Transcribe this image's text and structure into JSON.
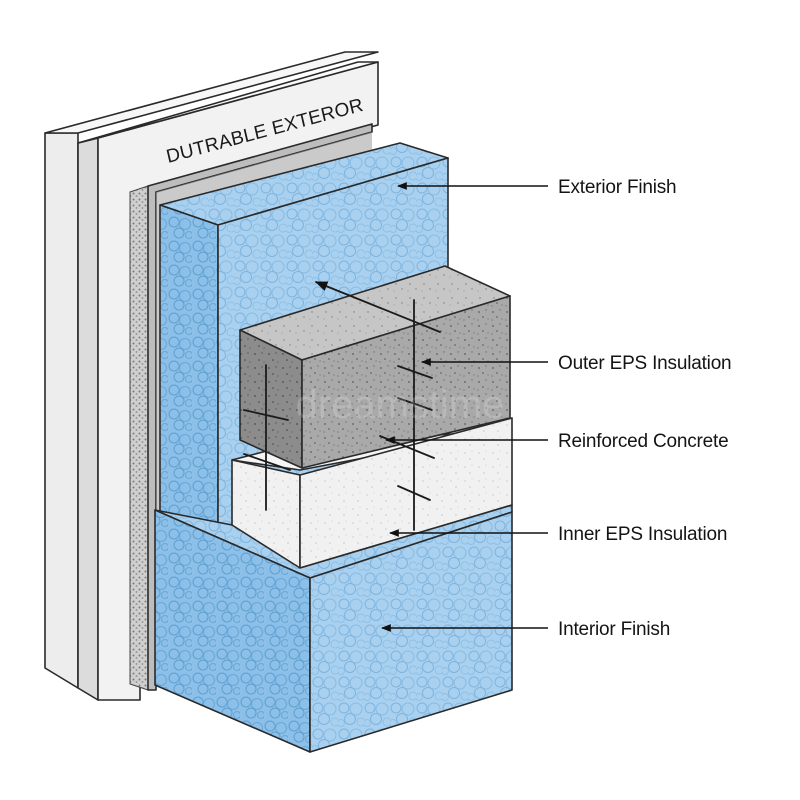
{
  "panel": {
    "label": "DUTRABLE EXTEROR"
  },
  "callouts": [
    {
      "id": "exterior-finish",
      "label": "Exterior Finish"
    },
    {
      "id": "outer-eps-insulation",
      "label": "Outer EPS Insulation"
    },
    {
      "id": "reinforced-concrete",
      "label": "Reinforced Concrete"
    },
    {
      "id": "inner-eps-insulation",
      "label": "Inner EPS Insulation"
    },
    {
      "id": "interior-finish",
      "label": "Interior Finish"
    }
  ],
  "colors": {
    "eps_blue": "#a9d1ef",
    "eps_blue_dark": "#7fb4df",
    "concrete_front": "#a9a9a9",
    "concrete_side": "#8f8f8f",
    "concrete_top": "#c4c4c4",
    "inner_eps_front": "#f1f1f1",
    "panel_light": "#f0f0f0",
    "panel_mid": "#d9d9d9"
  },
  "watermark": "dreamstime"
}
